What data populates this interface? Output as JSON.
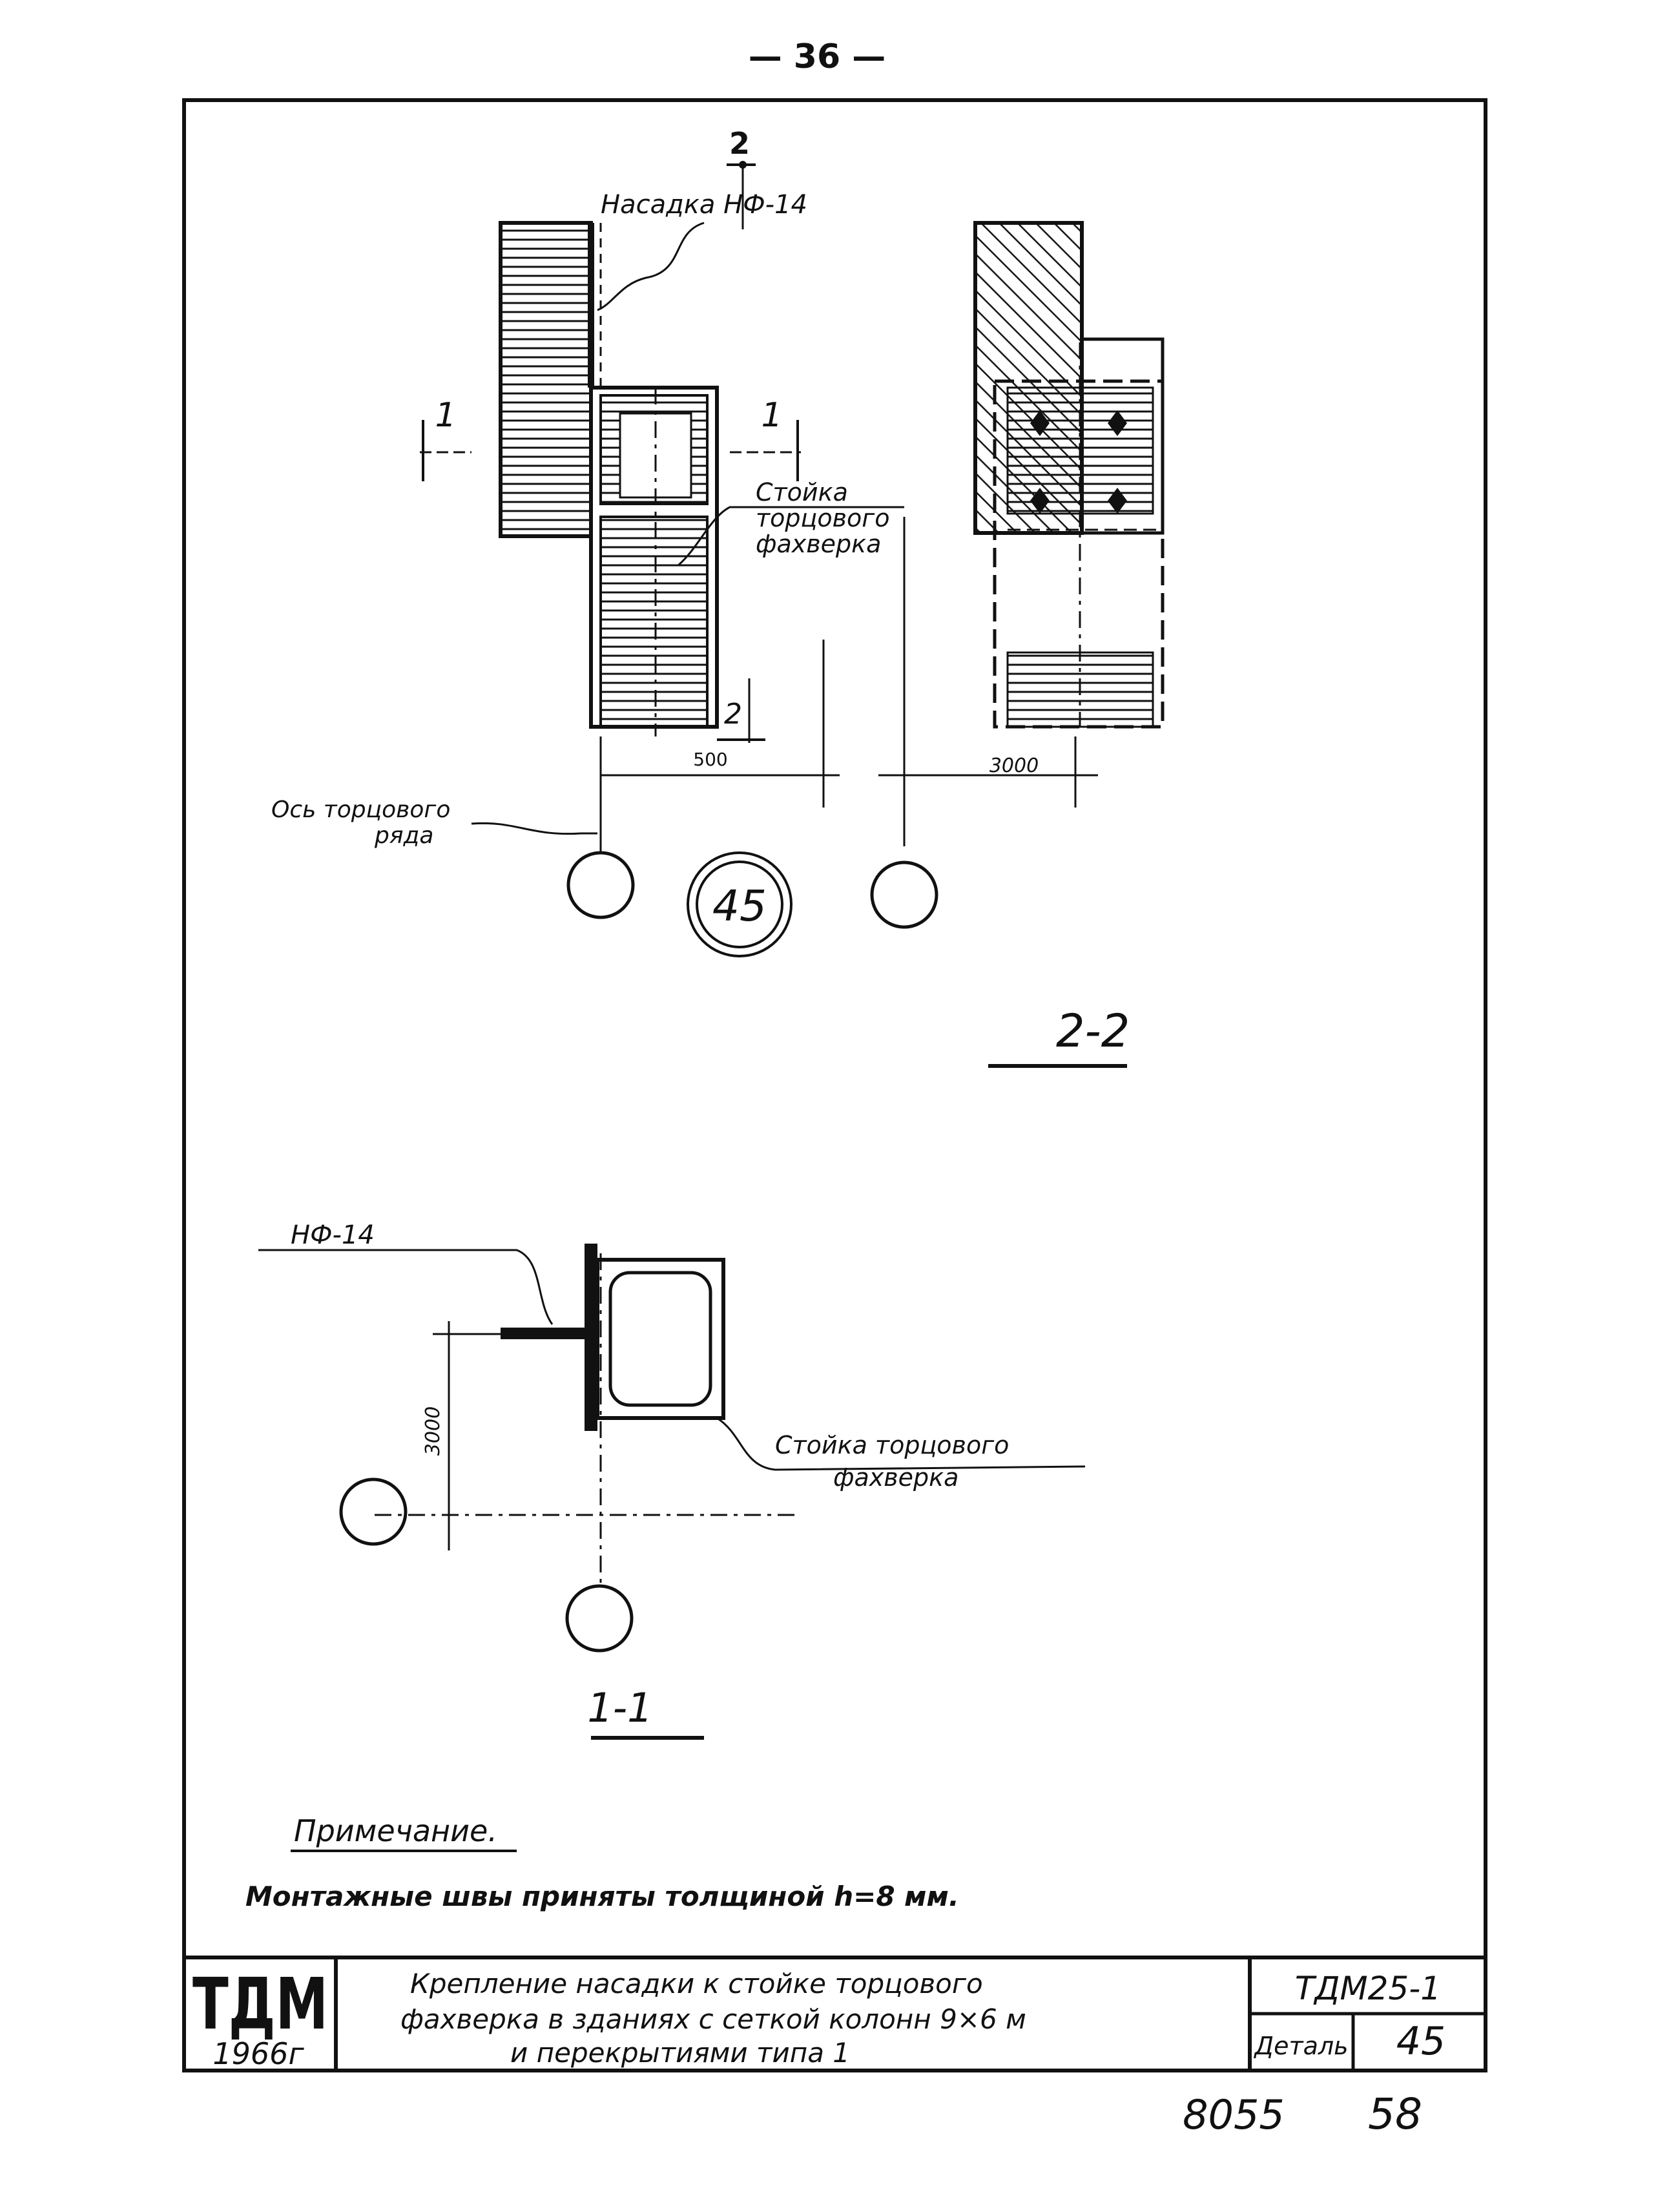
{
  "sheet": {
    "page_mark": "— 36 —",
    "bottom_numbers": [
      "8055",
      "58"
    ]
  },
  "view_2_2": {
    "label": "2-2",
    "section_mark": "2"
  },
  "elevation": {
    "label_nozzle": "Насадка НФ-14",
    "label_post": [
      "Стойка",
      "торцового",
      "фахверка"
    ],
    "label_axis": [
      "Ось торцового",
      "ряда"
    ],
    "section_1": "1",
    "section_2": "2",
    "dim_left": "500",
    "dim_right": "3000",
    "detail_number": "45"
  },
  "view_1_1": {
    "label": "1-1",
    "label_nf": "НФ-14",
    "label_post": [
      "Стойка торцового",
      "фахверка"
    ],
    "dim_vertical": "3000"
  },
  "note": {
    "title": "Примечание.",
    "text": "Монтажные швы приняты толщиной h=8 мм."
  },
  "title_block": {
    "logo": "ТДМ",
    "year": "1966г",
    "title_lines": [
      "Крепление насадки к стойке торцового",
      "фахверка в зданиях с сеткой колонн 9×6 м",
      "и перекрытиями типа 1"
    ],
    "code": "ТДМ25-1",
    "detail_label": "Деталь",
    "detail_number": "45"
  }
}
